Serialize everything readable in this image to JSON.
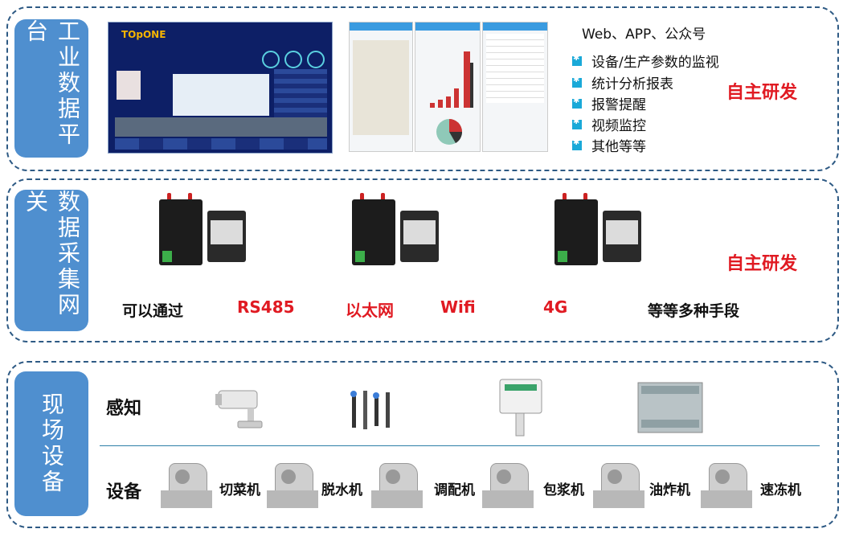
{
  "sections": {
    "platform": {
      "title": "工业数据平台"
    },
    "gateway": {
      "title": "数据采集网关"
    },
    "field": {
      "title": "现场设备"
    }
  },
  "platform": {
    "channels": "Web、APP、公众号",
    "features": [
      "设备/生产参数的监视",
      "统计分析报表",
      "报警提醒",
      "视频监控",
      "其他等等"
    ],
    "badge": "自主研发",
    "dashboard_logo": "TOpONE",
    "colors": {
      "panel_border": "#2e5a84",
      "side_label": "#4f8fcf",
      "accent_red": "#e01a22",
      "bullet": "#1aa9d8"
    }
  },
  "gateway": {
    "badge": "自主研发",
    "intro": "可以通过",
    "methods": [
      "RS485",
      "以太网",
      "Wifi",
      "4G"
    ],
    "outro": "等等多种手段"
  },
  "field": {
    "sensing_label": "感知",
    "equipment_label": "设备",
    "machines": [
      "切菜机",
      "脱水机",
      "调配机",
      "包浆机",
      "油炸机",
      "速冻机"
    ],
    "sensor_icons": [
      "camera-icon",
      "probe-sensors-icon",
      "temperature-humidity-sensor-icon",
      "plc-controller-icon"
    ]
  }
}
